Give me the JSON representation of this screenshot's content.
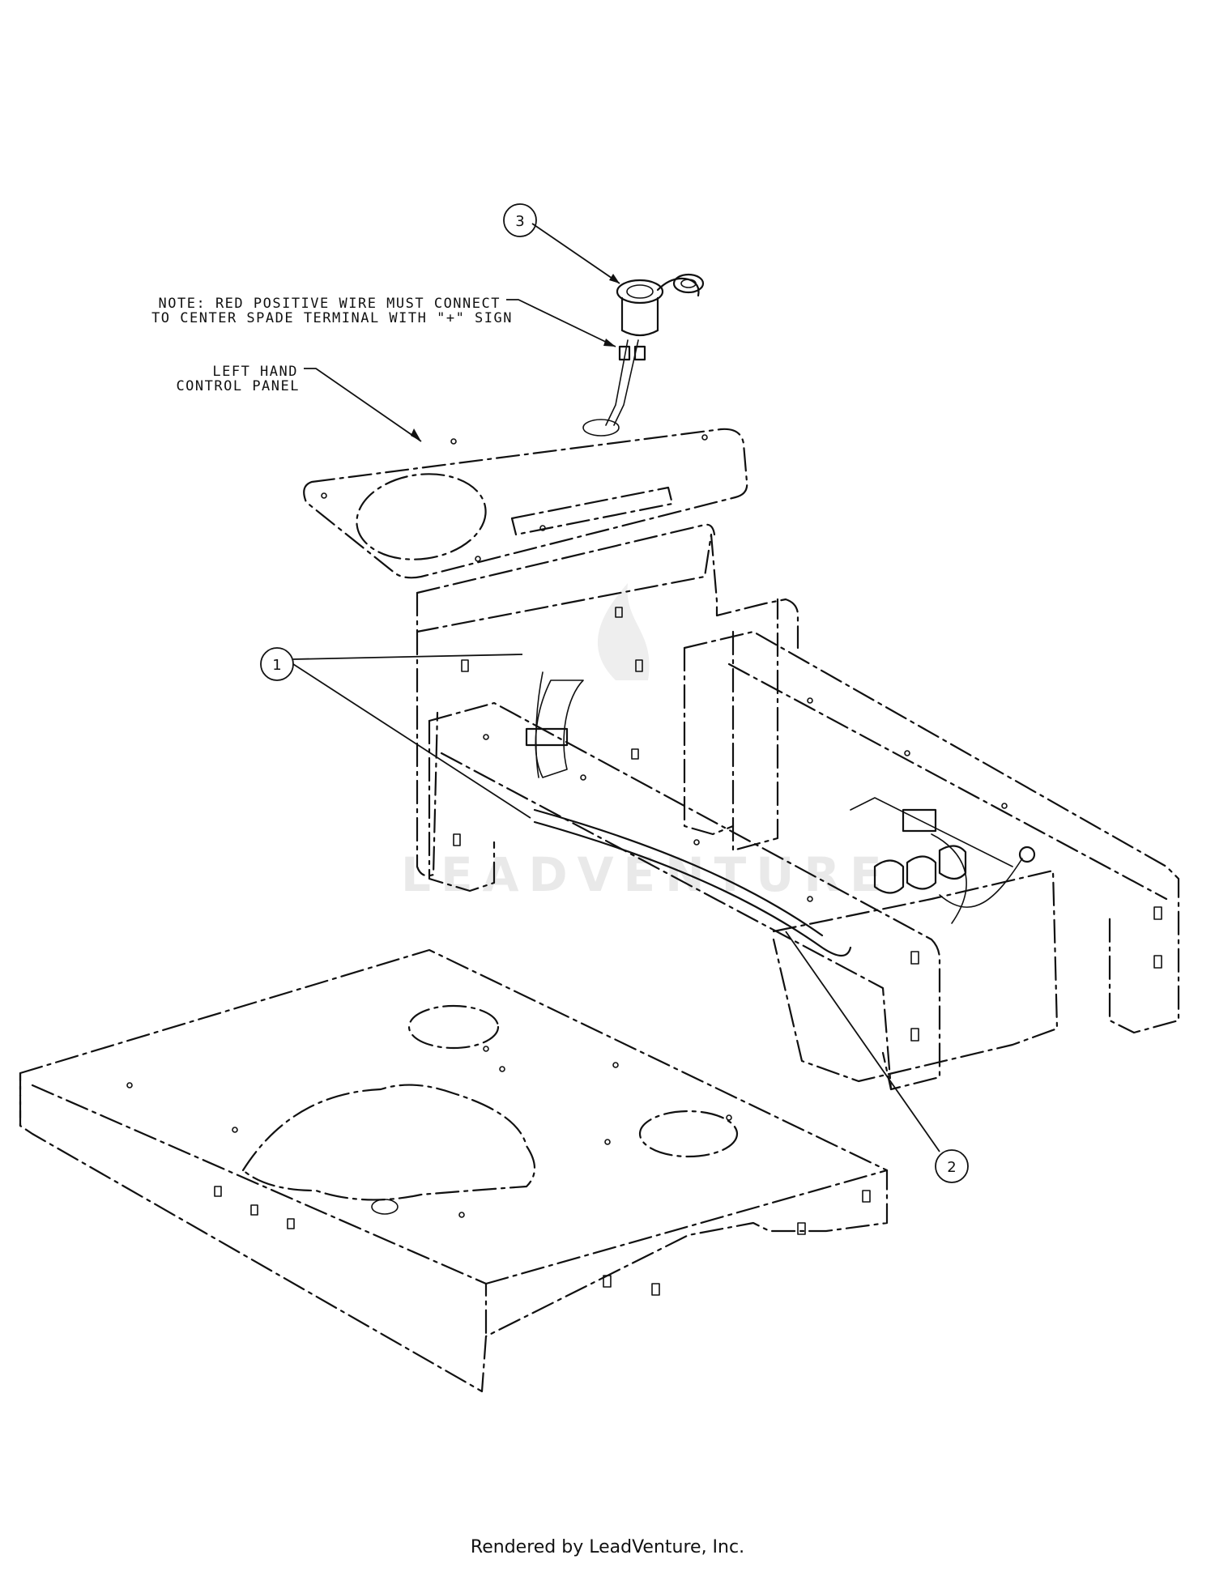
{
  "callouts": [
    {
      "number": "1"
    },
    {
      "number": "2"
    },
    {
      "number": "3"
    }
  ],
  "notes": {
    "wire_note_line1": "NOTE: RED POSITIVE WIRE MUST CONNECT",
    "wire_note_line2": "TO CENTER SPADE TERMINAL WITH \"+\" SIGN",
    "panel_label_line1": "LEFT HAND",
    "panel_label_line2": "CONTROL PANEL"
  },
  "watermark": "LEADVENTURE",
  "footer": "Rendered by LeadVenture, Inc."
}
